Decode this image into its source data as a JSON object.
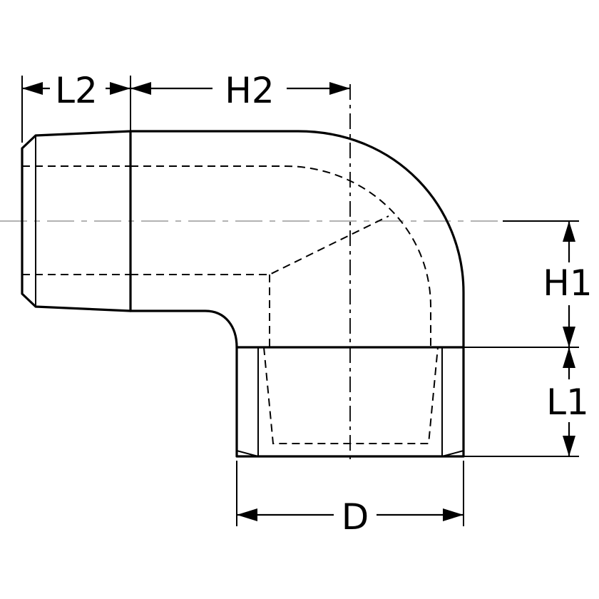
{
  "dimensions": {
    "L2": "L2",
    "H2": "H2",
    "H1": "H1",
    "L1": "L1",
    "D": "D"
  },
  "colors": {
    "outline": "#000000",
    "centerline": "#999999",
    "background": "#ffffff"
  }
}
